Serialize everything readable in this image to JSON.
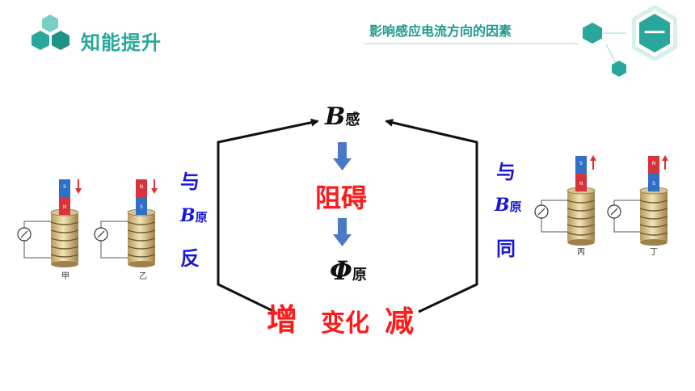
{
  "header": {
    "title": "知能提升",
    "subtitle": "影响感应电流方向的因素",
    "section_number": "一"
  },
  "diagram": {
    "b_induced": {
      "symbol": "B",
      "sub": "感"
    },
    "hinder": "阻碍",
    "phi_original": {
      "symbol": "Φ",
      "sub": "原"
    },
    "increase": "增",
    "change": "变化",
    "decrease": "减",
    "left_relation": {
      "line1": "与",
      "b_symbol": "B",
      "b_sub": "原",
      "line3": "反"
    },
    "right_relation": {
      "line1": "与",
      "b_symbol": "B",
      "b_sub": "原",
      "line3": "同"
    }
  },
  "figures": {
    "labels": [
      "甲",
      "乙",
      "丙",
      "丁"
    ],
    "magnet_pole_n": "N",
    "magnet_pole_s": "S"
  },
  "colors": {
    "teal": "#2aa79b",
    "red_text": "#ff1a1a",
    "blue_text": "#1717d6",
    "arrow_blue": "#4a79c6"
  }
}
